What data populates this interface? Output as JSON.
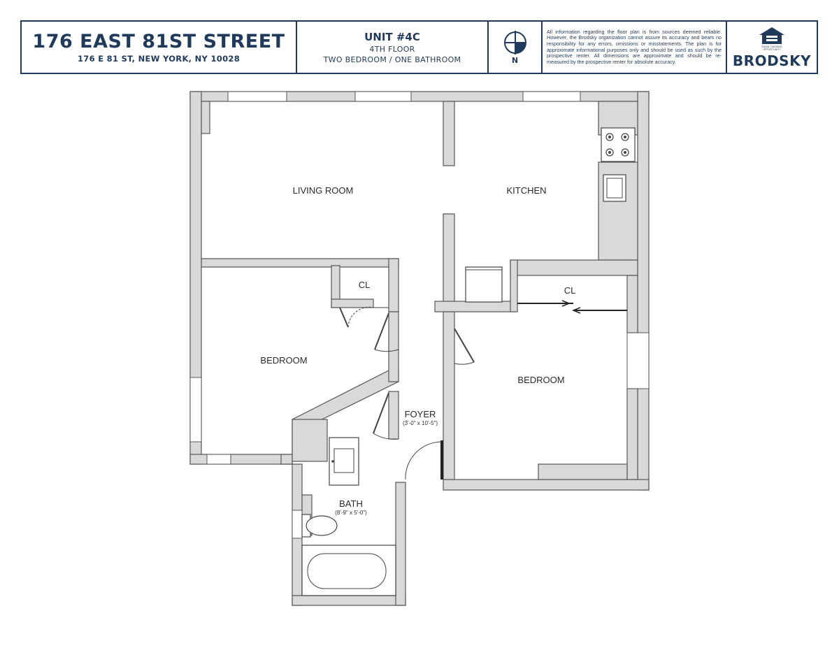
{
  "header": {
    "title": "176 EAST 81ST STREET",
    "address": "176 E 81 ST, NEW YORK, NY 10028",
    "unit": "UNIT #4C",
    "floor": "4TH FLOOR",
    "rooms": "TWO BEDROOM / ONE BATHROOM",
    "north": "N",
    "disclaimer": "All information regarding the floor plan is from sources deemed reliable. However, the Brodsky organization cannot assure its accuracy and bears no responsibility for any errors, omissions or misstatements. The plan is for approximate informational purposes only and should be used as such by the prospective renter. All dimensions are approximate and should be re-measured by the prospective renter for absolute accuracy.",
    "eho": "EQUAL HOUSING OPPORTUNITY",
    "brand": "BRODSKY"
  },
  "rooms": {
    "living": "LIVING ROOM",
    "kitchen": "KITCHEN",
    "closet1": "CL",
    "closet2": "CL",
    "bedroom1": "BEDROOM",
    "bedroom2": "BEDROOM",
    "foyer": "FOYER",
    "foyer_dim": "(3'-0\" x 10'-5\")",
    "bath": "BATH",
    "bath_dim": "(8'-9\" x 5'-0\")"
  },
  "colors": {
    "brand": "#1f3a5a",
    "wall": "#d9d9d9",
    "wall_line": "#555555"
  }
}
